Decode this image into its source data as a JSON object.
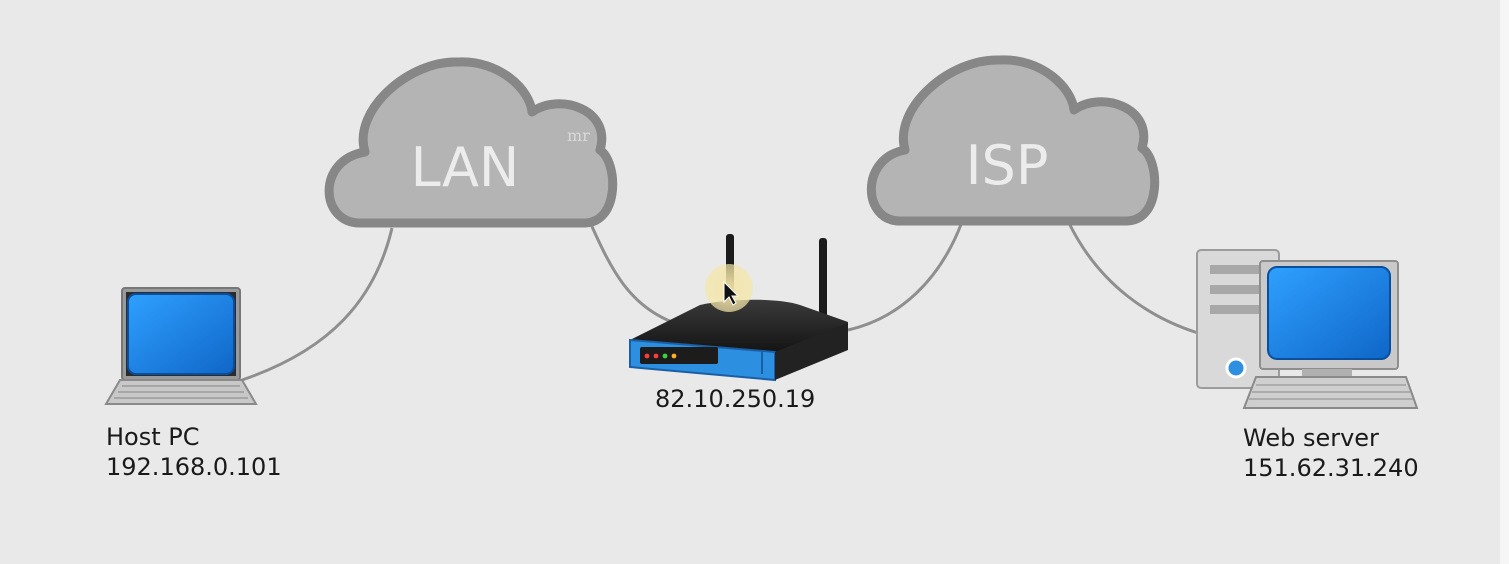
{
  "diagram": {
    "clouds": {
      "lan": {
        "label": "LAN"
      },
      "isp": {
        "label": "ISP"
      }
    },
    "nodes": {
      "host_pc": {
        "name": "Host PC",
        "ip": "192.168.0.101"
      },
      "router": {
        "ip": "82.10.250.19"
      },
      "web_server": {
        "name": "Web server",
        "ip": "151.62.31.240"
      }
    },
    "icons": [
      "laptop-icon",
      "router-icon",
      "desktop-computer-icon",
      "mouse-cursor-icon"
    ],
    "colors": {
      "background": "#e9e9e9",
      "cloud_fill": "#b4b4b4",
      "cloud_outline": "#878787",
      "screen_blue": "#1f86e6",
      "router_blue": "#2d8fe0",
      "link_line": "#8f8f8f"
    }
  }
}
